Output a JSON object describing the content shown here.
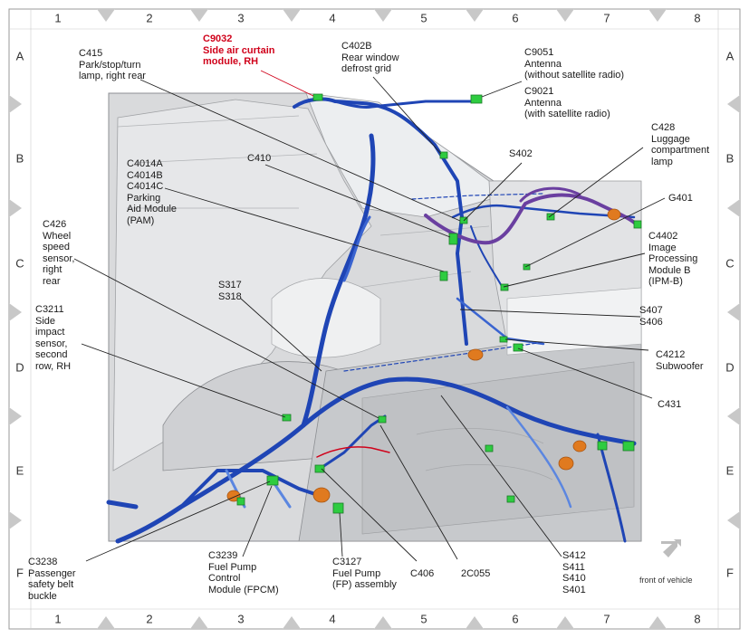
{
  "grid": {
    "columns": [
      "1",
      "2",
      "3",
      "4",
      "5",
      "6",
      "7",
      "8"
    ],
    "rows": [
      "A",
      "B",
      "C",
      "D",
      "E",
      "F"
    ]
  },
  "labels": {
    "c9032": "C9032\nSide air curtain\nmodule, RH",
    "c402b": "C402B\nRear window\ndefrost grid",
    "c9051": "C9051\nAntenna\n(without satellite radio)",
    "c9021": "C9021\nAntenna\n(with satellite radio)",
    "c415": "C415\nPark/stop/turn\nlamp, right rear",
    "c428": "C428\nLuggage\ncompartment\nlamp",
    "c410": "C410",
    "s402": "S402",
    "c4014": "C4014A\nC4014B\nC4014C\nParking\nAid Module\n(PAM)",
    "g401": "G401",
    "c426": "C426\nWheel\nspeed\nsensor,\nright\nrear",
    "c4402": "C4402\nImage\nProcessing\nModule B\n(IPM-B)",
    "s317": "S317\nS318",
    "c3211": "C3211\nSide\nimpact\nsensor,\nsecond\nrow, RH",
    "s407": "S407\nS406",
    "c4212": "C4212\nSubwoofer",
    "c431": "C431",
    "c3238": "C3238\nPassenger\nsafety belt\nbuckle",
    "c3239": "C3239\nFuel Pump\nControl\nModule (FPCM)",
    "c3127": "C3127\nFuel Pump\n(FP) assembly",
    "c406": "C406",
    "c2c055": "2C055",
    "s412": "S412\nS411\nS410\nS401",
    "front": "front of vehicle"
  },
  "colors": {
    "harness": "#1f45b5",
    "harness_light": "#5b86e0",
    "purple": "#6a3fa0",
    "connector": "#2ecc40",
    "highlight": "#d0021b",
    "grommet": "#e07a1f"
  }
}
